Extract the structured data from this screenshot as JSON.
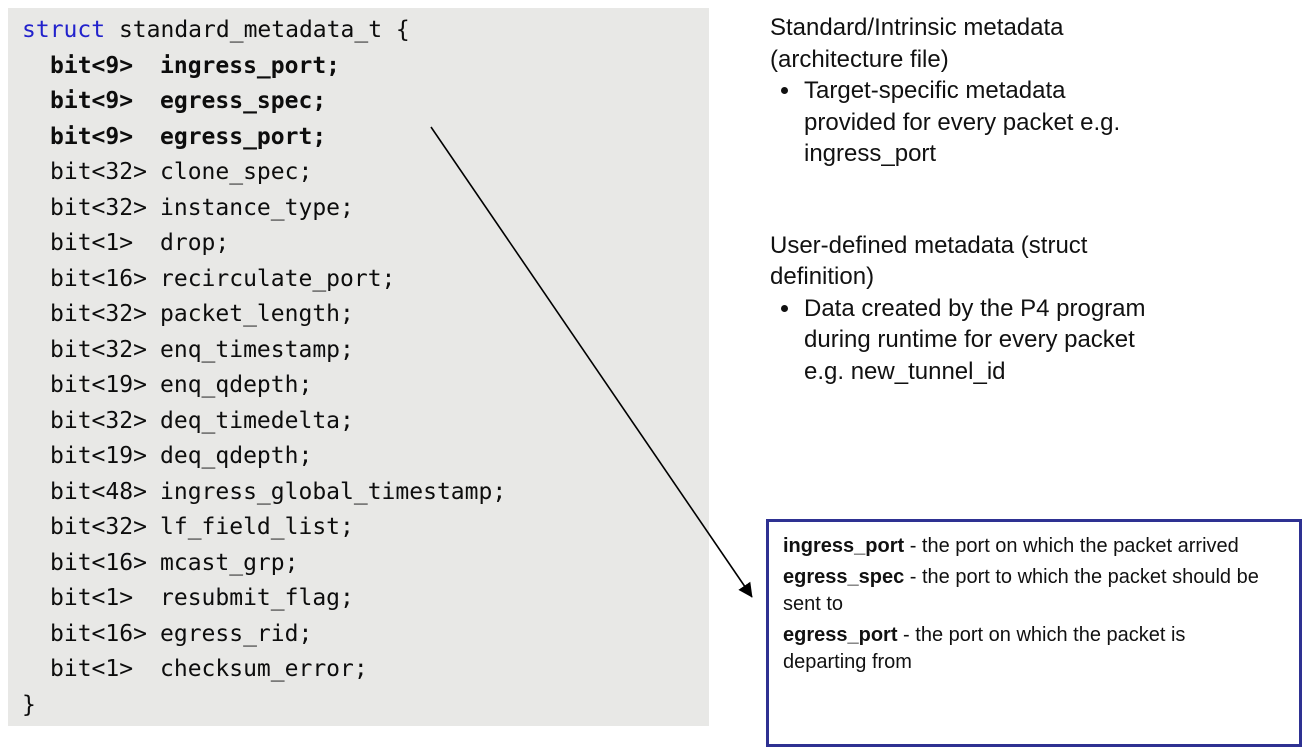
{
  "colors": {
    "keyword": "#2222cc",
    "code_bg": "#e8e8e6",
    "callout_border": "#2e3192",
    "arrow": "#000000"
  },
  "code": {
    "keyword": "struct",
    "declaration": " standard_metadata_t {",
    "closing_brace": "}",
    "fields": [
      {
        "type": "bit<9>",
        "name": "ingress_port;",
        "bold": true
      },
      {
        "type": "bit<9>",
        "name": "egress_spec;",
        "bold": true
      },
      {
        "type": "bit<9>",
        "name": "egress_port;",
        "bold": true
      },
      {
        "type": "bit<32>",
        "name": "clone_spec;",
        "bold": false
      },
      {
        "type": "bit<32>",
        "name": "instance_type;",
        "bold": false
      },
      {
        "type": "bit<1>",
        "name": "drop;",
        "bold": false
      },
      {
        "type": "bit<16>",
        "name": "recirculate_port;",
        "bold": false
      },
      {
        "type": "bit<32>",
        "name": "packet_length;",
        "bold": false
      },
      {
        "type": "bit<32>",
        "name": "enq_timestamp;",
        "bold": false
      },
      {
        "type": "bit<19>",
        "name": "enq_qdepth;",
        "bold": false
      },
      {
        "type": "bit<32>",
        "name": "deq_timedelta;",
        "bold": false
      },
      {
        "type": "bit<19>",
        "name": "deq_qdepth;",
        "bold": false
      },
      {
        "type": "bit<48>",
        "name": "ingress_global_timestamp;",
        "bold": false
      },
      {
        "type": "bit<32>",
        "name": "lf_field_list;",
        "bold": false
      },
      {
        "type": "bit<16>",
        "name": "mcast_grp;",
        "bold": false
      },
      {
        "type": "bit<1>",
        "name": "resubmit_flag;",
        "bold": false
      },
      {
        "type": "bit<16>",
        "name": "egress_rid;",
        "bold": false
      },
      {
        "type": "bit<1>",
        "name": "checksum_error;",
        "bold": false
      }
    ]
  },
  "notes": {
    "sections": [
      {
        "title": "Standard/Intrinsic metadata (architecture file)",
        "bullets": [
          "Target-specific metadata provided for every packet e.g. ingress_port"
        ]
      },
      {
        "title": "User-defined metadata (struct definition)",
        "bullets": [
          "Data created by the P4 program during runtime for every packet e.g. new_tunnel_id"
        ]
      }
    ]
  },
  "callout": {
    "entries": [
      {
        "term": "ingress_port",
        "description": " - the port on which the packet arrived"
      },
      {
        "term": "egress_spec",
        "description": " - the port to which the packet should be sent to"
      },
      {
        "term": "egress_port",
        "description": " - the port on which the packet is departing from"
      }
    ]
  }
}
